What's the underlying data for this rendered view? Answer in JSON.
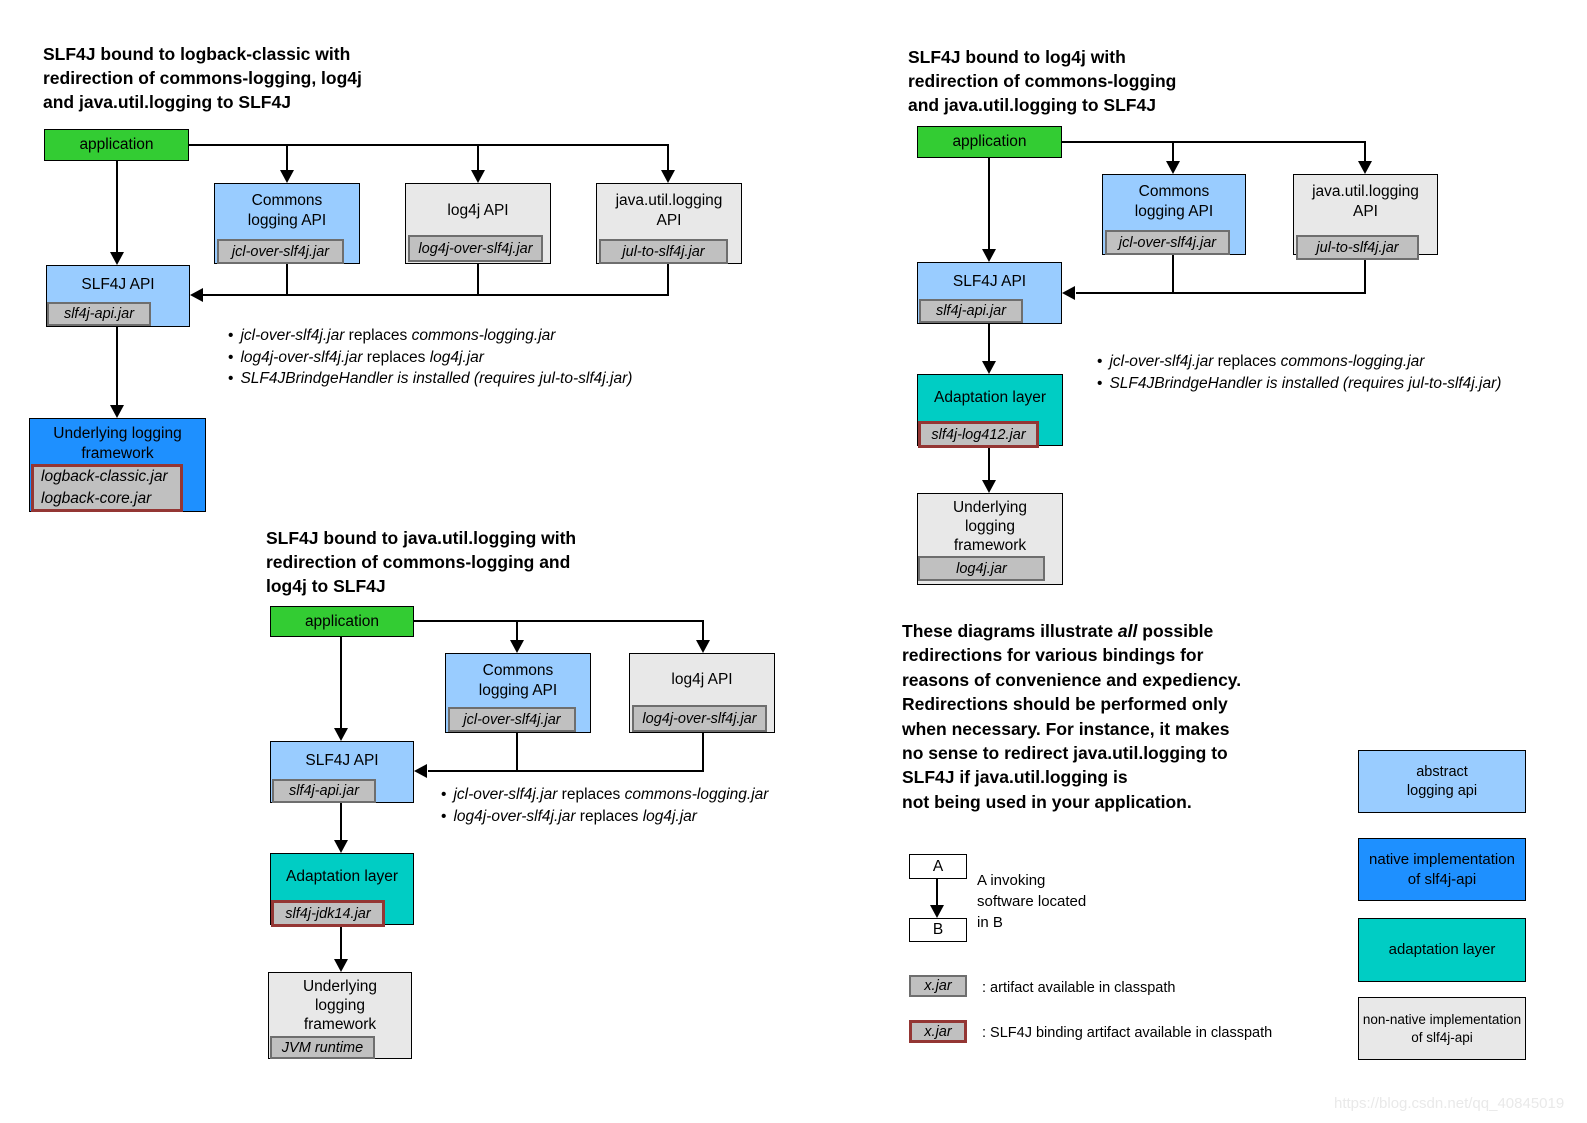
{
  "colors": {
    "application_green": "#33cc33",
    "abstract_api_blue": "#99ccff",
    "native_impl_blue": "#1e90ff",
    "adaptation_teal": "#00cdc4",
    "non_native_gray": "#e8e8e8",
    "artifact_gray": "#c0c0c0",
    "binding_border_red": "#943634"
  },
  "d1": {
    "title": "SLF4J bound to logback-classic with\nredirection of commons-logging, log4j\nand java.util.logging to SLF4J",
    "app_label": "application",
    "commons_label": "Commons\nlogging API",
    "commons_jar": "jcl-over-slf4j.jar",
    "log4j_label": "log4j API",
    "log4j_jar": "log4j-over-slf4j.jar",
    "jul_label": "java.util.logging\nAPI",
    "jul_jar": "jul-to-slf4j.jar",
    "slf4j_label": "SLF4J API",
    "slf4j_jar": "slf4j-api.jar",
    "underlying_label": "Underlying logging\nframework",
    "underlying_jar": "logback-classic.jar\nlogback-core.jar",
    "bullets": [
      {
        "m": "•",
        "s1": "jcl-over-slf4j.jar",
        "s2": " replaces ",
        "s3": "commons-logging.jar"
      },
      {
        "m": "•",
        "s1": "log4j-over-slf4j.jar",
        "s2": " replaces ",
        "s3": "log4j.jar"
      },
      {
        "m": "•",
        "s1": "SLF4JBrindgeHandler is installed (requires jul-to-slf4j.jar)"
      }
    ]
  },
  "d2": {
    "title": "SLF4J bound to log4j with\nredirection of commons-logging\nand java.util.logging to SLF4J",
    "app_label": "application",
    "commons_label": "Commons\nlogging API",
    "commons_jar": "jcl-over-slf4j.jar",
    "jul_label": "java.util.logging\nAPI",
    "jul_jar": "jul-to-slf4j.jar",
    "slf4j_label": "SLF4J API",
    "slf4j_jar": "slf4j-api.jar",
    "adaptation_label": "Adaptation layer",
    "adaptation_jar": "slf4j-log412.jar",
    "underlying_label": "Underlying\nlogging\nframework",
    "underlying_jar": "log4j.jar",
    "bullets": [
      {
        "m": "•",
        "s1": "jcl-over-slf4j.jar",
        "s2": " replaces ",
        "s3": "commons-logging.jar"
      },
      {
        "m": "•",
        "s1": "SLF4JBrindgeHandler is installed (requires jul-to-slf4j.jar)"
      }
    ]
  },
  "d3": {
    "title": "SLF4J bound to java.util.logging with\nredirection of commons-logging and\nlog4j to SLF4J",
    "app_label": "application",
    "commons_label": "Commons\nlogging API",
    "commons_jar": "jcl-over-slf4j.jar",
    "log4j_label": "log4j API",
    "log4j_jar": "log4j-over-slf4j.jar",
    "slf4j_label": "SLF4J API",
    "slf4j_jar": "slf4j-api.jar",
    "adaptation_label": "Adaptation layer",
    "adaptation_jar": "slf4j-jdk14.jar",
    "underlying_label": "Underlying\nlogging\nframework",
    "underlying_jar": "JVM runtime",
    "bullets": [
      {
        "m": "•",
        "s1": "jcl-over-slf4j.jar",
        "s2": " replaces ",
        "s3": "commons-logging.jar"
      },
      {
        "m": "•",
        "s1": "log4j-over-slf4j.jar",
        "s2": " replaces ",
        "s3": "log4j.jar"
      }
    ]
  },
  "note": {
    "s1": "These diagrams illustrate ",
    "s2": "all",
    "s3": " possible\nredirections for various bindings for\nreasons of convenience and expediency.\nRedirections should be performed only\nwhen necessary. For instance, it makes\nno sense to redirect java.util.logging to\nSLF4J if java.util.logging is\nnot being used in your application."
  },
  "legend": {
    "a_label": "A",
    "b_label": "B",
    "ab_caption": "A invoking\nsoftware located\nin B",
    "xjar_label": "x.jar",
    "artifact_caption": ": artifact available in classpath",
    "binding_caption": ": SLF4J binding artifact available in classpath",
    "abstract_label": "abstract\nlogging api",
    "native_label": "native implementation\nof slf4j-api",
    "adaptation_label": "adaptation layer",
    "non_native_label": "non-native implementation\nof slf4j-api"
  },
  "watermark": "https://blog.csdn.net/qq_40845019"
}
